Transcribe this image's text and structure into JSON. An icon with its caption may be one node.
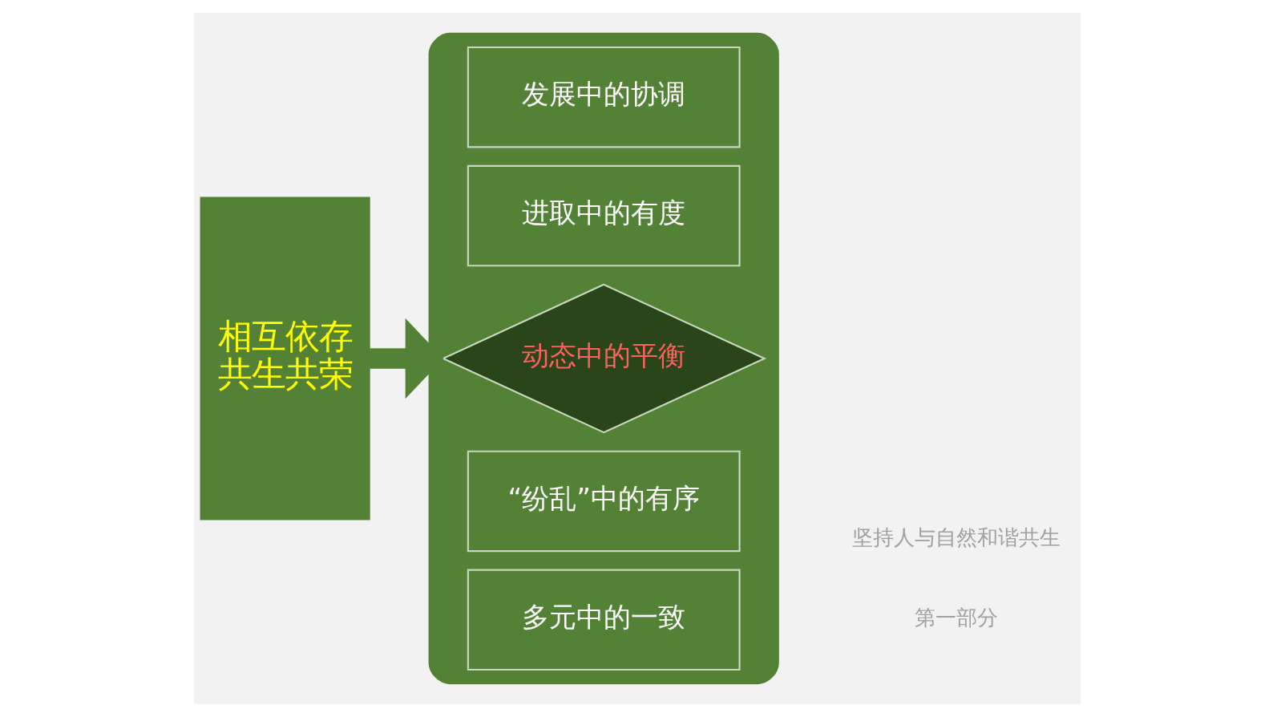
{
  "diagram": {
    "nodes": [
      {
        "text": [
          "相互依存",
          "共生共荣"
        ]
      },
      {
        "text": [],
        "shape": "ellipse"
      },
      {
        "text": [
          "发展中的协调"
        ],
        "in": 1
      },
      {
        "text": [
          "进取中的有度"
        ],
        "in": 1
      },
      {
        "text": [
          "动态中的平衡"
        ],
        "in": 1
      },
      {
        "text": [
          "“纷乱”中的有序"
        ],
        "in": 1
      },
      {
        "text": [
          "多元中的一致"
        ],
        "in": 1
      }
    ],
    "edges": [
      {
        "from": 0,
        "to": 4,
        "arrow": "to"
      }
    ],
    "labels": [
      "第一部分",
      "坚持人与自然和谐共生"
    ]
  }
}
